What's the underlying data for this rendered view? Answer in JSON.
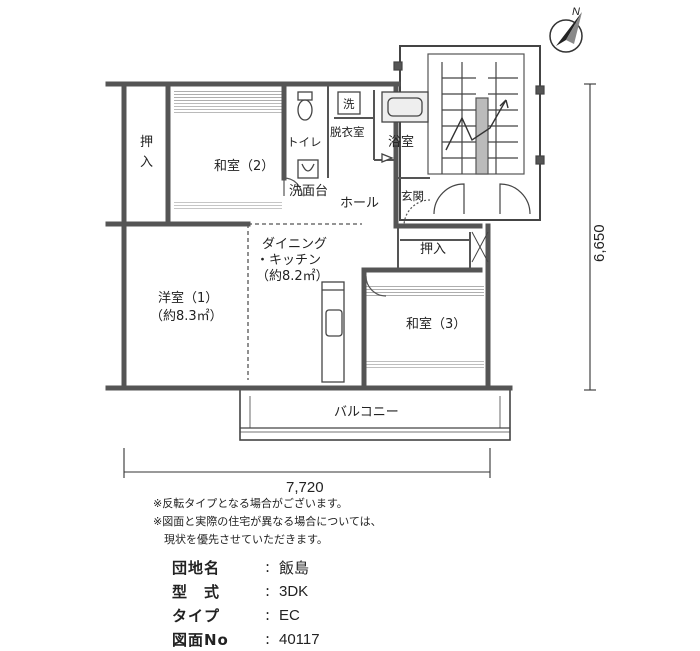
{
  "rooms": {
    "oshiire_left": [
      "押",
      "入"
    ],
    "washitsu2": "和室（2）",
    "toilet": "トイレ",
    "sentaku": "洗",
    "datsuishitsu": "脱衣室",
    "yokushitsu": "浴室",
    "senmendai": "洗面台",
    "hall": "ホール",
    "genkan": "玄関",
    "dk_line1": "ダイニング",
    "dk_line2": "・キッチン",
    "dk_area": "（約8.2㎡）",
    "oshiire_right": "押入",
    "youshitsu1": "洋室（1）",
    "youshitsu1_area": "（約8.3㎡）",
    "washitsu3": "和室（3）",
    "balcony": "バルコニー"
  },
  "dimensions": {
    "height": "6,650",
    "width": "7,720"
  },
  "compass": {
    "label": "N",
    "icon": "north-arrow-icon"
  },
  "notes": [
    "※反転タイプとなる場合がございます。",
    "※図面と実際の住宅が異なる場合については、",
    "　現状を優先させていただきます。"
  ],
  "info": [
    {
      "key": "団地名",
      "value": "飯島"
    },
    {
      "key": "型　式",
      "value": "3DK"
    },
    {
      "key": "タイプ",
      "value": "EC"
    },
    {
      "key": "図面No",
      "value": "40117"
    }
  ]
}
